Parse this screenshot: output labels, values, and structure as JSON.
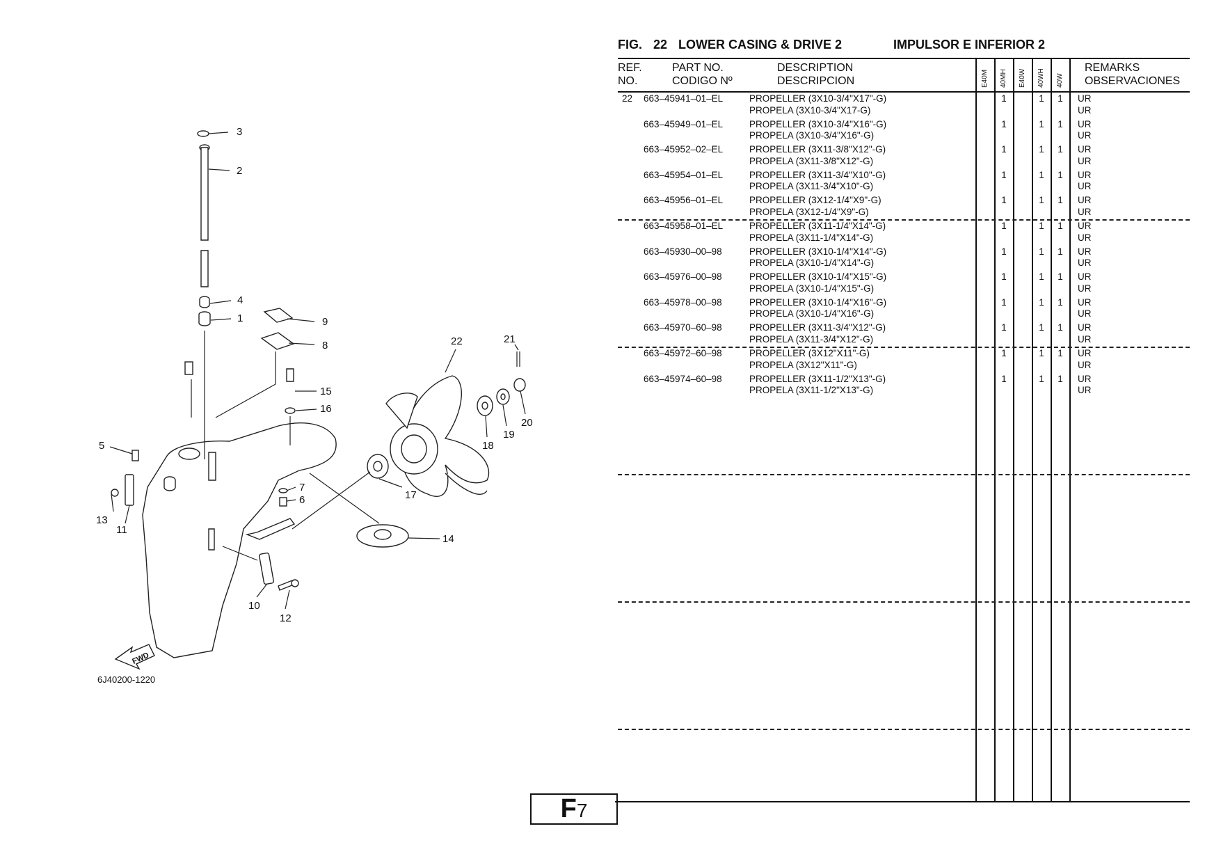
{
  "figure": {
    "fig_label": "FIG.",
    "fig_number": "22",
    "title": "LOWER CASING & DRIVE 2",
    "title_es": "IMPULSOR E INFERIOR 2"
  },
  "table_header": {
    "ref_en": "REF.",
    "ref_es": "NO.",
    "part_en": "PART NO.",
    "part_es": "CODIGO Nº",
    "desc_en": "DESCRIPTION",
    "desc_es": "DESCRIPCION",
    "remarks_en": "REMARKS",
    "remarks_es": "OBSERVACIONES",
    "model_columns": [
      "E40M",
      "40MH",
      "E40W",
      "40WH",
      "40W"
    ]
  },
  "rows": [
    {
      "ref": "22",
      "part_no": "663–45941–01–EL",
      "desc_en": "PROPELLER (3X10-3/4\"X17\"-G)",
      "desc_es": "PROPELA (3X10-3/4\"X17-G)",
      "qty": [
        "",
        "1",
        "",
        "1",
        "1"
      ],
      "remark_en": "UR",
      "remark_es": "UR"
    },
    {
      "ref": "",
      "part_no": "663–45949–01–EL",
      "desc_en": "PROPELLER (3X10-3/4\"X16\"-G)",
      "desc_es": "PROPELA (3X10-3/4\"X16\"-G)",
      "qty": [
        "",
        "1",
        "",
        "1",
        "1"
      ],
      "remark_en": "UR",
      "remark_es": "UR"
    },
    {
      "ref": "",
      "part_no": "663–45952–02–EL",
      "desc_en": "PROPELLER (3X11-3/8\"X12\"-G)",
      "desc_es": "PROPELA (3X11-3/8\"X12\"-G)",
      "qty": [
        "",
        "1",
        "",
        "1",
        "1"
      ],
      "remark_en": "UR",
      "remark_es": "UR"
    },
    {
      "ref": "",
      "part_no": "663–45954–01–EL",
      "desc_en": "PROPELLER (3X11-3/4\"X10\"-G)",
      "desc_es": "PROPELA (3X11-3/4\"X10\"-G)",
      "qty": [
        "",
        "1",
        "",
        "1",
        "1"
      ],
      "remark_en": "UR",
      "remark_es": "UR"
    },
    {
      "ref": "",
      "part_no": "663–45956–01–EL",
      "desc_en": "PROPELLER (3X12-1/4\"X9\"-G)",
      "desc_es": "PROPELA (3X12-1/4\"X9\"-G)",
      "qty": [
        "",
        "1",
        "",
        "1",
        "1"
      ],
      "remark_en": "UR",
      "remark_es": "UR"
    },
    {
      "ref": "",
      "part_no": "663–45958–01–EL",
      "desc_en": "PROPELLER (3X11-1/4\"X14\"-G)",
      "desc_es": "PROPELA (3X11-1/4\"X14\"-G)",
      "qty": [
        "",
        "1",
        "",
        "1",
        "1"
      ],
      "remark_en": "UR",
      "remark_es": "UR"
    },
    {
      "ref": "",
      "part_no": "663–45930–00–98",
      "desc_en": "PROPELLER (3X10-1/4\"X14\"-G)",
      "desc_es": "PROPELA (3X10-1/4\"X14\"-G)",
      "qty": [
        "",
        "1",
        "",
        "1",
        "1"
      ],
      "remark_en": "UR",
      "remark_es": "UR"
    },
    {
      "ref": "",
      "part_no": "663–45976–00–98",
      "desc_en": "PROPELLER (3X10-1/4\"X15\"-G)",
      "desc_es": "PROPELA (3X10-1/4\"X15\"-G)",
      "qty": [
        "",
        "1",
        "",
        "1",
        "1"
      ],
      "remark_en": "UR",
      "remark_es": "UR"
    },
    {
      "ref": "",
      "part_no": "663–45978–00–98",
      "desc_en": "PROPELLER (3X10-1/4\"X16\"-G)",
      "desc_es": "PROPELA (3X10-1/4\"X16\"-G)",
      "qty": [
        "",
        "1",
        "",
        "1",
        "1"
      ],
      "remark_en": "UR",
      "remark_es": "UR"
    },
    {
      "ref": "",
      "part_no": "663–45970–60–98",
      "desc_en": "PROPELLER (3X11-3/4\"X12\"-G)",
      "desc_es": "PROPELA (3X11-3/4\"X12\"-G)",
      "qty": [
        "",
        "1",
        "",
        "1",
        "1"
      ],
      "remark_en": "UR",
      "remark_es": "UR"
    },
    {
      "ref": "",
      "part_no": "663–45972–60–98",
      "desc_en": "PROPELLER (3X12\"X11\"-G)",
      "desc_es": "PROPELA (3X12\"X11\"-G)",
      "qty": [
        "",
        "1",
        "",
        "1",
        "1"
      ],
      "remark_en": "UR",
      "remark_es": "UR"
    },
    {
      "ref": "",
      "part_no": "663–45974–60–98",
      "desc_en": "PROPELLER (3X11-1/2\"X13\"-G)",
      "desc_es": "PROPELA (3X11-1/2\"X13\"-G)",
      "qty": [
        "",
        "1",
        "",
        "1",
        "1"
      ],
      "remark_en": "UR",
      "remark_es": "UR"
    }
  ],
  "diagram": {
    "callouts": [
      "1",
      "2",
      "3",
      "4",
      "5",
      "6",
      "7",
      "8",
      "9",
      "10",
      "11",
      "12",
      "13",
      "14",
      "15",
      "16",
      "17",
      "18",
      "19",
      "20",
      "21",
      "22"
    ],
    "fwd_label": "FWD",
    "drawing_code": "6J40200-1220"
  },
  "footer": {
    "page_letter": "F",
    "page_number": "7"
  }
}
